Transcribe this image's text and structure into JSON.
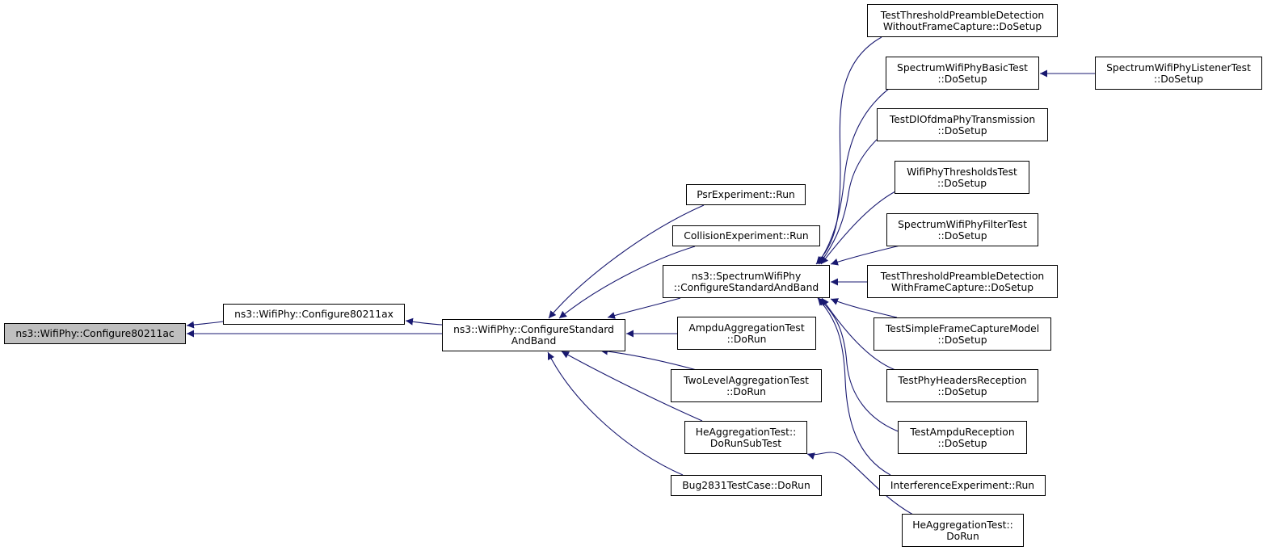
{
  "graph": {
    "type": "caller-graph",
    "edge_color": "#191970",
    "root_fill": "#bfbfbf",
    "nodes": {
      "configure80211ac": {
        "lines": [
          "ns3::WifiPhy::Configure80211ac"
        ],
        "root": true
      },
      "configure80211ax": {
        "lines": [
          "ns3::WifiPhy::Configure80211ax"
        ]
      },
      "configureStandardAndBand": {
        "lines": [
          "ns3::WifiPhy::ConfigureStandard",
          "AndBand"
        ]
      },
      "psrRun": {
        "lines": [
          "PsrExperiment::Run"
        ]
      },
      "collisionRun": {
        "lines": [
          "CollisionExperiment::Run"
        ]
      },
      "spectrumConfigure": {
        "lines": [
          "ns3::SpectrumWifiPhy",
          "::ConfigureStandardAndBand"
        ]
      },
      "ampduAggDoRun": {
        "lines": [
          "AmpduAggregationTest",
          "::DoRun"
        ]
      },
      "twoLevelDoRun": {
        "lines": [
          "TwoLevelAggregationTest",
          "::DoRun"
        ]
      },
      "heAggSubTest": {
        "lines": [
          "HeAggregationTest::",
          "DoRunSubTest"
        ]
      },
      "bug2831DoRun": {
        "lines": [
          "Bug2831TestCase::DoRun"
        ]
      },
      "tpdWithoutFC": {
        "lines": [
          "TestThresholdPreambleDetection",
          "WithoutFrameCapture::DoSetup"
        ]
      },
      "spectrumBasic": {
        "lines": [
          "SpectrumWifiPhyBasicTest",
          "::DoSetup"
        ]
      },
      "spectrumListener": {
        "lines": [
          "SpectrumWifiPhyListenerTest",
          "::DoSetup"
        ]
      },
      "dlOfdma": {
        "lines": [
          "TestDlOfdmaPhyTransmission",
          "::DoSetup"
        ]
      },
      "thresholdsTest": {
        "lines": [
          "WifiPhyThresholdsTest",
          "::DoSetup"
        ]
      },
      "spectrumFilter": {
        "lines": [
          "SpectrumWifiPhyFilterTest",
          "::DoSetup"
        ]
      },
      "tpdWithFC": {
        "lines": [
          "TestThresholdPreambleDetection",
          "WithFrameCapture::DoSetup"
        ]
      },
      "simpleFrameCapture": {
        "lines": [
          "TestSimpleFrameCaptureModel",
          "::DoSetup"
        ]
      },
      "phyHeaders": {
        "lines": [
          "TestPhyHeadersReception",
          "::DoSetup"
        ]
      },
      "ampduReception": {
        "lines": [
          "TestAmpduReception",
          "::DoSetup"
        ]
      },
      "interferenceRun": {
        "lines": [
          "InterferenceExperiment::Run"
        ]
      },
      "heAggDoRun": {
        "lines": [
          "HeAggregationTest::",
          "DoRun"
        ]
      }
    },
    "edges": [
      [
        "configure80211ax",
        "configure80211ac"
      ],
      [
        "configureStandardAndBand",
        "configure80211ac"
      ],
      [
        "configureStandardAndBand",
        "configure80211ax"
      ],
      [
        "psrRun",
        "configureStandardAndBand"
      ],
      [
        "collisionRun",
        "configureStandardAndBand"
      ],
      [
        "spectrumConfigure",
        "configureStandardAndBand"
      ],
      [
        "ampduAggDoRun",
        "configureStandardAndBand"
      ],
      [
        "twoLevelDoRun",
        "configureStandardAndBand"
      ],
      [
        "heAggSubTest",
        "configureStandardAndBand"
      ],
      [
        "bug2831DoRun",
        "configureStandardAndBand"
      ],
      [
        "tpdWithoutFC",
        "spectrumConfigure"
      ],
      [
        "spectrumBasic",
        "spectrumConfigure"
      ],
      [
        "dlOfdma",
        "spectrumConfigure"
      ],
      [
        "thresholdsTest",
        "spectrumConfigure"
      ],
      [
        "spectrumFilter",
        "spectrumConfigure"
      ],
      [
        "tpdWithFC",
        "spectrumConfigure"
      ],
      [
        "simpleFrameCapture",
        "spectrumConfigure"
      ],
      [
        "phyHeaders",
        "spectrumConfigure"
      ],
      [
        "ampduReception",
        "spectrumConfigure"
      ],
      [
        "interferenceRun",
        "spectrumConfigure"
      ],
      [
        "spectrumListener",
        "spectrumBasic"
      ],
      [
        "heAggDoRun",
        "heAggSubTest"
      ]
    ]
  }
}
